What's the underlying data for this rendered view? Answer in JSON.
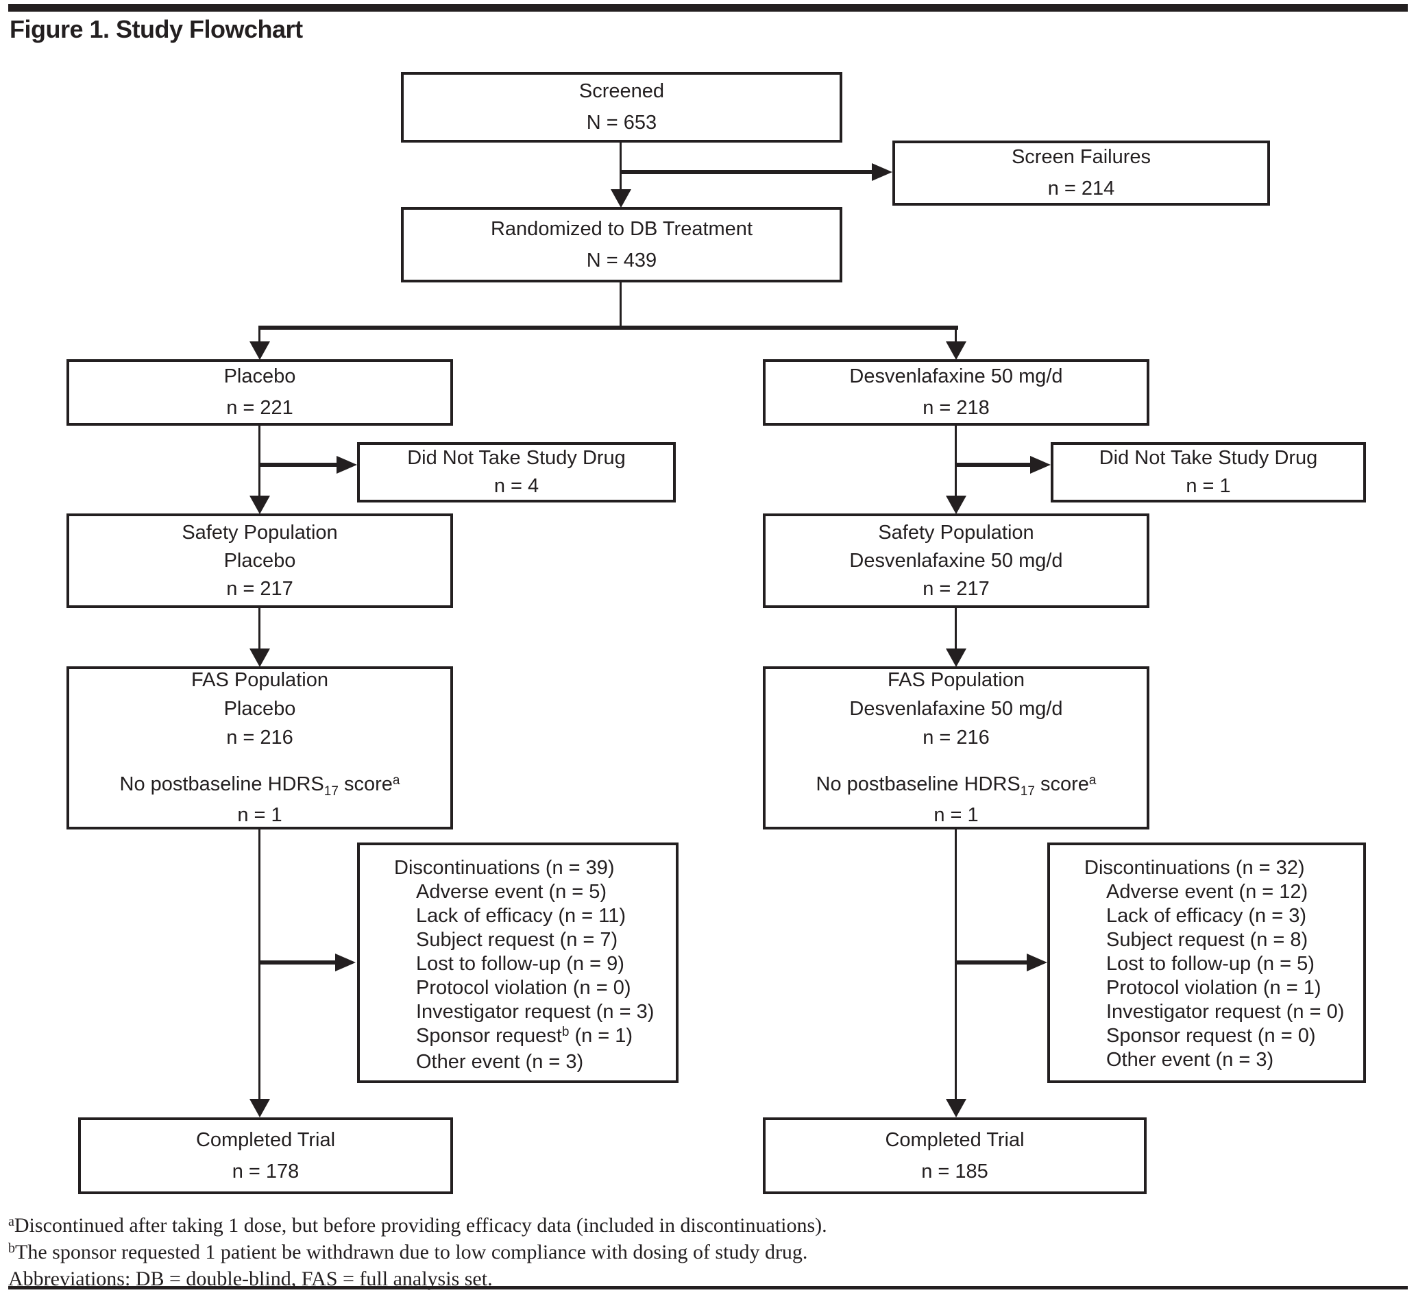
{
  "title": "Figure 1. Study Flowchart",
  "colors": {
    "ink": "#231f20",
    "background": "#ffffff"
  },
  "boxes": {
    "screened": {
      "line1": "Screened",
      "line2": "N = 653"
    },
    "screen_failures": {
      "line1": "Screen Failures",
      "line2": "n = 214"
    },
    "randomized": {
      "line1": "Randomized to DB Treatment",
      "line2": "N = 439"
    },
    "placebo": {
      "line1": "Placebo",
      "line2": "n = 221"
    },
    "desvenlafaxine": {
      "line1": "Desvenlafaxine 50 mg/d",
      "line2": "n = 218"
    },
    "dnt_left": {
      "line1": "Did Not Take Study Drug",
      "line2": "n = 4"
    },
    "dnt_right": {
      "line1": "Did Not Take Study Drug",
      "line2": "n = 1"
    },
    "safety_left": {
      "line1": "Safety Population",
      "line2": "Placebo",
      "line3": "n = 217"
    },
    "safety_right": {
      "line1": "Safety Population",
      "line2": "Desvenlafaxine 50 mg/d",
      "line3": "n = 217"
    },
    "fas_left": {
      "line1": "FAS Population",
      "line2": "Placebo",
      "line3": "n = 216",
      "note_pre": "No postbaseline HDRS",
      "note_sub": "17",
      "note_mid": " score",
      "note_sup": "a",
      "note_n": "n = 1"
    },
    "fas_right": {
      "line1": "FAS Population",
      "line2": "Desvenlafaxine 50 mg/d",
      "line3": "n = 216",
      "note_pre": "No postbaseline HDRS",
      "note_sub": "17",
      "note_mid": " score",
      "note_sup": "a",
      "note_n": "n = 1"
    },
    "disc_left": {
      "header": "Discontinuations (n = 39)",
      "item1": "Adverse event (n = 5)",
      "item2": "Lack of efficacy (n = 11)",
      "item3": "Subject request (n = 7)",
      "item4": "Lost to follow-up (n = 9)",
      "item5": "Protocol violation (n = 0)",
      "item6": "Investigator request (n = 3)",
      "item7_pre": "Sponsor request",
      "item7_sup": "b",
      "item7_post": " (n = 1)",
      "item8": "Other event (n = 3)"
    },
    "disc_right": {
      "header": "Discontinuations (n = 32)",
      "item1": "Adverse event (n = 12)",
      "item2": "Lack of efficacy (n = 3)",
      "item3": "Subject request (n = 8)",
      "item4": "Lost to follow-up (n = 5)",
      "item5": "Protocol violation (n = 1)",
      "item6": "Investigator request (n = 0)",
      "item7": "Sponsor request (n = 0)",
      "item8": "Other event (n = 3)"
    },
    "completed_left": {
      "line1": "Completed Trial",
      "line2": "n = 178"
    },
    "completed_right": {
      "line1": "Completed Trial",
      "line2": "n = 185"
    }
  },
  "footnotes": {
    "a_sup": "a",
    "a_text": "Discontinued after taking 1 dose, but before providing efficacy data (included in discontinuations).",
    "b_sup": "b",
    "b_text": "The sponsor requested 1 patient be withdrawn due to low compliance with dosing of study drug.",
    "abbreviations": "Abbreviations: DB = double-blind, FAS = full analysis set."
  }
}
